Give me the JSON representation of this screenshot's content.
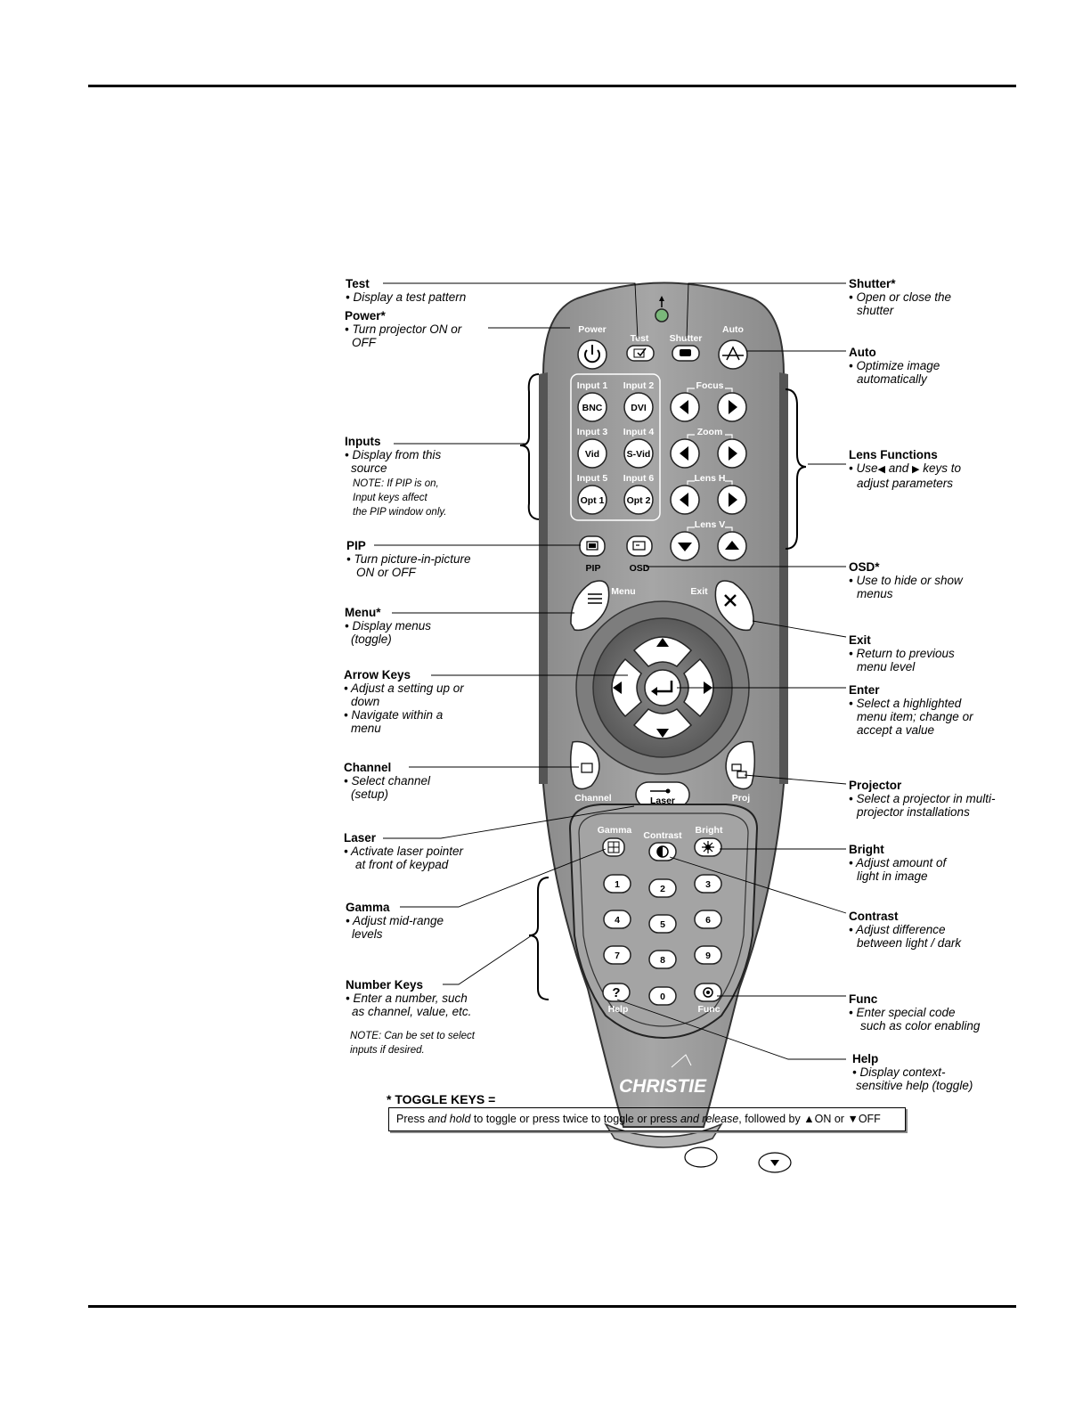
{
  "callouts": {
    "test": {
      "title": "Test",
      "desc": [
        "• Display a test pattern"
      ]
    },
    "power": {
      "title": "Power*",
      "desc": [
        "• Turn projector ON or",
        "OFF"
      ]
    },
    "inputs": {
      "title": "Inputs",
      "desc": [
        "• Display from this",
        "source"
      ],
      "note": [
        "NOTE: If PIP is on,",
        "Input keys affect",
        "the PIP window only."
      ]
    },
    "pip": {
      "title": "PIP",
      "desc": [
        "• Turn picture-in-picture",
        "ON or OFF"
      ]
    },
    "menu": {
      "title": "Menu*",
      "desc": [
        "• Display menus",
        "(toggle)"
      ]
    },
    "arrow_keys": {
      "title": "Arrow Keys",
      "desc": [
        "• Adjust a setting up or",
        "down",
        "• Navigate within a",
        "menu"
      ]
    },
    "channel": {
      "title": "Channel",
      "desc": [
        "• Select channel",
        "(setup)"
      ]
    },
    "laser": {
      "title": "Laser",
      "desc": [
        "• Activate laser pointer",
        "at front of keypad"
      ]
    },
    "gamma": {
      "title": "Gamma",
      "desc": [
        "• Adjust mid-range",
        "levels"
      ]
    },
    "number_keys": {
      "title": "Number Keys",
      "desc": [
        "• Enter a number, such",
        "as channel, value, etc."
      ],
      "note": [
        "NOTE: Can be set to select",
        "inputs if desired."
      ]
    },
    "shutter": {
      "title": "Shutter*",
      "desc": [
        "• Open or close the",
        "shutter"
      ]
    },
    "auto": {
      "title": "Auto",
      "desc": [
        "• Optimize image",
        "automatically"
      ]
    },
    "lens_functions": {
      "title": "Lens Functions",
      "desc_pre": "• Use",
      "desc_mid": " and ",
      "desc_post": " keys to",
      "desc2": "adjust parameters"
    },
    "osd": {
      "title": "OSD*",
      "desc": [
        "• Use to hide or show",
        "menus"
      ]
    },
    "exit": {
      "title": "Exit",
      "desc": [
        "• Return to previous",
        "menu level"
      ]
    },
    "enter": {
      "title": "Enter",
      "desc": [
        "• Select a highlighted",
        "menu item; change or",
        "accept a value"
      ]
    },
    "projector": {
      "title": "Projector",
      "desc": [
        "• Select a projector in multi-",
        "projector installations"
      ]
    },
    "bright": {
      "title": "Bright",
      "desc": [
        "• Adjust amount of",
        "light in image"
      ]
    },
    "contrast": {
      "title": "Contrast",
      "desc": [
        "• Adjust difference",
        "between light / dark"
      ]
    },
    "func": {
      "title": "Func",
      "desc": [
        "• Enter special code",
        "such as color enabling"
      ]
    },
    "help": {
      "title": "Help",
      "desc": [
        "• Display context-",
        "sensitive help (toggle)"
      ]
    }
  },
  "remote": {
    "brand": "CHRISTIE",
    "keys": {
      "power": "Power",
      "test": "Test",
      "shutter": "Shutter",
      "auto": "Auto",
      "input1": "Input 1",
      "input2": "Input 2",
      "input3": "Input 3",
      "input4": "Input 4",
      "input5": "Input 5",
      "input6": "Input 6",
      "bnc": "BNC",
      "dvi": "DVI",
      "vid": "Vid",
      "svid": "S-Vid",
      "opt1": "Opt 1",
      "opt2": "Opt 2",
      "focus": "Focus",
      "zoom": "Zoom",
      "lensh": "Lens H",
      "lensv": "Lens V",
      "pip": "PIP",
      "osd": "OSD",
      "menu": "Menu",
      "exit": "Exit",
      "channel": "Channel",
      "proj": "Proj",
      "laser": "Laser",
      "gamma": "Gamma",
      "contrast": "Contrast",
      "bright": "Bright",
      "help": "Help",
      "func": "Func",
      "numbers": [
        "1",
        "2",
        "3",
        "4",
        "5",
        "6",
        "7",
        "8",
        "9",
        "0"
      ]
    }
  },
  "toggle": {
    "title": "* TOGGLE KEYS =",
    "text_1": "Press ",
    "text_2": "and hold",
    "text_3": " to toggle or press twice to toggle or press ",
    "text_4": "and release",
    "text_5": ", followed by ",
    "text_on": "ON or ",
    "text_off": "OFF"
  },
  "colors": {
    "remote_body": "#9a9a9a",
    "remote_dark": "#6f6f6f",
    "led": "#7ab87a"
  }
}
